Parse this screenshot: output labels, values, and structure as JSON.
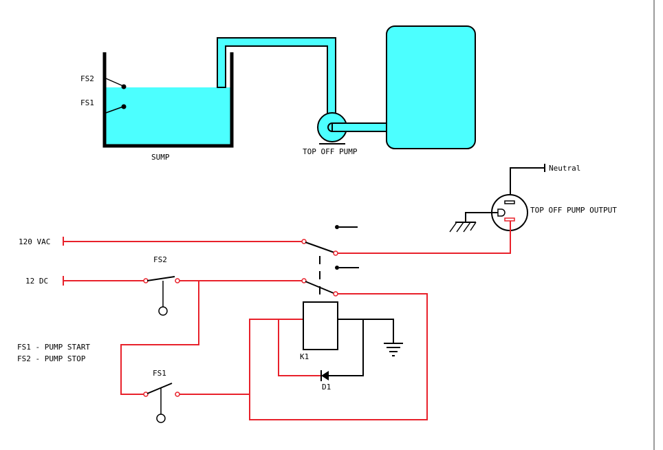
{
  "colors": {
    "water": "#4cffff",
    "wire_power": "#e8202a",
    "wire_black": "#000000",
    "frame": "#9a9a9a"
  },
  "labels": {
    "fs2_sump": "FS2",
    "fs1_sump": "FS1",
    "sump": "SUMP",
    "top_off_pump": "TOP OFF PUMP",
    "neutral": "Neutral",
    "top_off_pump_output": "TOP OFF PUMP OUTPUT",
    "vac_120": "120 VAC",
    "dc_12": "12 DC",
    "fs2_switch": "FS2",
    "fs1_switch": "FS1",
    "legend_fs1": "FS1 - PUMP START",
    "legend_fs2": "FS2 - PUMP STOP",
    "relay_k1": "K1",
    "diode_d1": "D1"
  },
  "icons": [
    "ground-icon",
    "chassis-ground-icon",
    "outlet-icon",
    "pump-icon",
    "diode-icon",
    "float-switch-icon"
  ]
}
